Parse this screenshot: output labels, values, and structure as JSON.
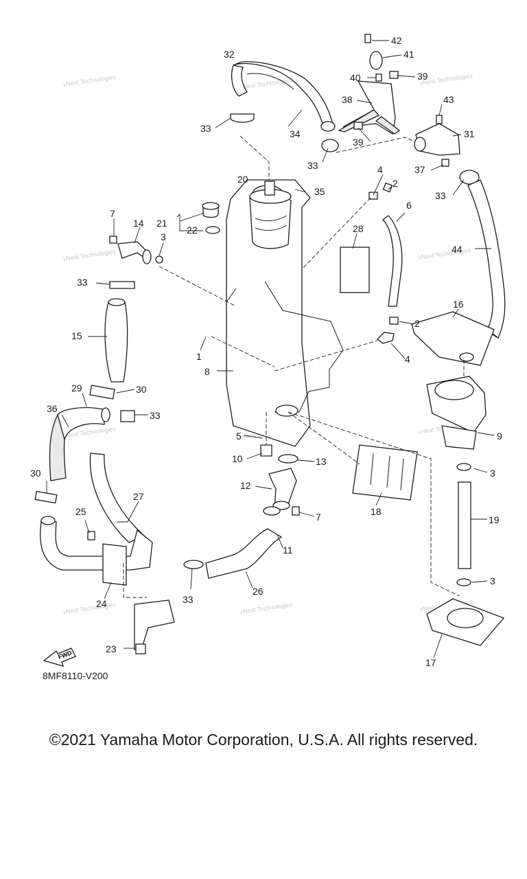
{
  "diagram": {
    "drawing_code": "8MF8110-V200",
    "direction_badge": "FWD",
    "watermark": "vNext Technologies",
    "callouts": [
      {
        "id": "c42",
        "label": "42"
      },
      {
        "id": "c41",
        "label": "41"
      },
      {
        "id": "c40",
        "label": "40"
      },
      {
        "id": "c39a",
        "label": "39"
      },
      {
        "id": "c38",
        "label": "38"
      },
      {
        "id": "c39b",
        "label": "39"
      },
      {
        "id": "c43",
        "label": "43"
      },
      {
        "id": "c31",
        "label": "31"
      },
      {
        "id": "c37",
        "label": "37"
      },
      {
        "id": "c33a",
        "label": "33"
      },
      {
        "id": "c32",
        "label": "32"
      },
      {
        "id": "c33b",
        "label": "33"
      },
      {
        "id": "c34",
        "label": "34"
      },
      {
        "id": "c33c",
        "label": "33"
      },
      {
        "id": "c20",
        "label": "20"
      },
      {
        "id": "c35",
        "label": "35"
      },
      {
        "id": "c4a",
        "label": "4"
      },
      {
        "id": "c2a",
        "label": "2"
      },
      {
        "id": "c6",
        "label": "6"
      },
      {
        "id": "c21",
        "label": "21"
      },
      {
        "id": "c22",
        "label": "22"
      },
      {
        "id": "c28",
        "label": "28"
      },
      {
        "id": "c7a",
        "label": "7"
      },
      {
        "id": "c14",
        "label": "14"
      },
      {
        "id": "c3a",
        "label": "3"
      },
      {
        "id": "c44",
        "label": "44"
      },
      {
        "id": "c33d",
        "label": "33"
      },
      {
        "id": "c16",
        "label": "16"
      },
      {
        "id": "c2b",
        "label": "2"
      },
      {
        "id": "c15",
        "label": "15"
      },
      {
        "id": "c1",
        "label": "1"
      },
      {
        "id": "c4b",
        "label": "4"
      },
      {
        "id": "c8",
        "label": "8"
      },
      {
        "id": "c29",
        "label": "29"
      },
      {
        "id": "c30a",
        "label": "30"
      },
      {
        "id": "c36",
        "label": "36"
      },
      {
        "id": "c33e",
        "label": "33"
      },
      {
        "id": "c9",
        "label": "9"
      },
      {
        "id": "c5",
        "label": "5"
      },
      {
        "id": "c10",
        "label": "10"
      },
      {
        "id": "c13",
        "label": "13"
      },
      {
        "id": "c3b",
        "label": "3"
      },
      {
        "id": "c30b",
        "label": "30"
      },
      {
        "id": "c27",
        "label": "27"
      },
      {
        "id": "c12",
        "label": "12"
      },
      {
        "id": "c25",
        "label": "25"
      },
      {
        "id": "c7b",
        "label": "7"
      },
      {
        "id": "c18",
        "label": "18"
      },
      {
        "id": "c19",
        "label": "19"
      },
      {
        "id": "c11",
        "label": "11"
      },
      {
        "id": "c3c",
        "label": "3"
      },
      {
        "id": "c24",
        "label": "24"
      },
      {
        "id": "c33f",
        "label": "33"
      },
      {
        "id": "c26",
        "label": "26"
      },
      {
        "id": "c23",
        "label": "23"
      },
      {
        "id": "c17",
        "label": "17"
      }
    ]
  },
  "copyright": "©2021 Yamaha Motor Corporation, U.S.A. All rights reserved."
}
